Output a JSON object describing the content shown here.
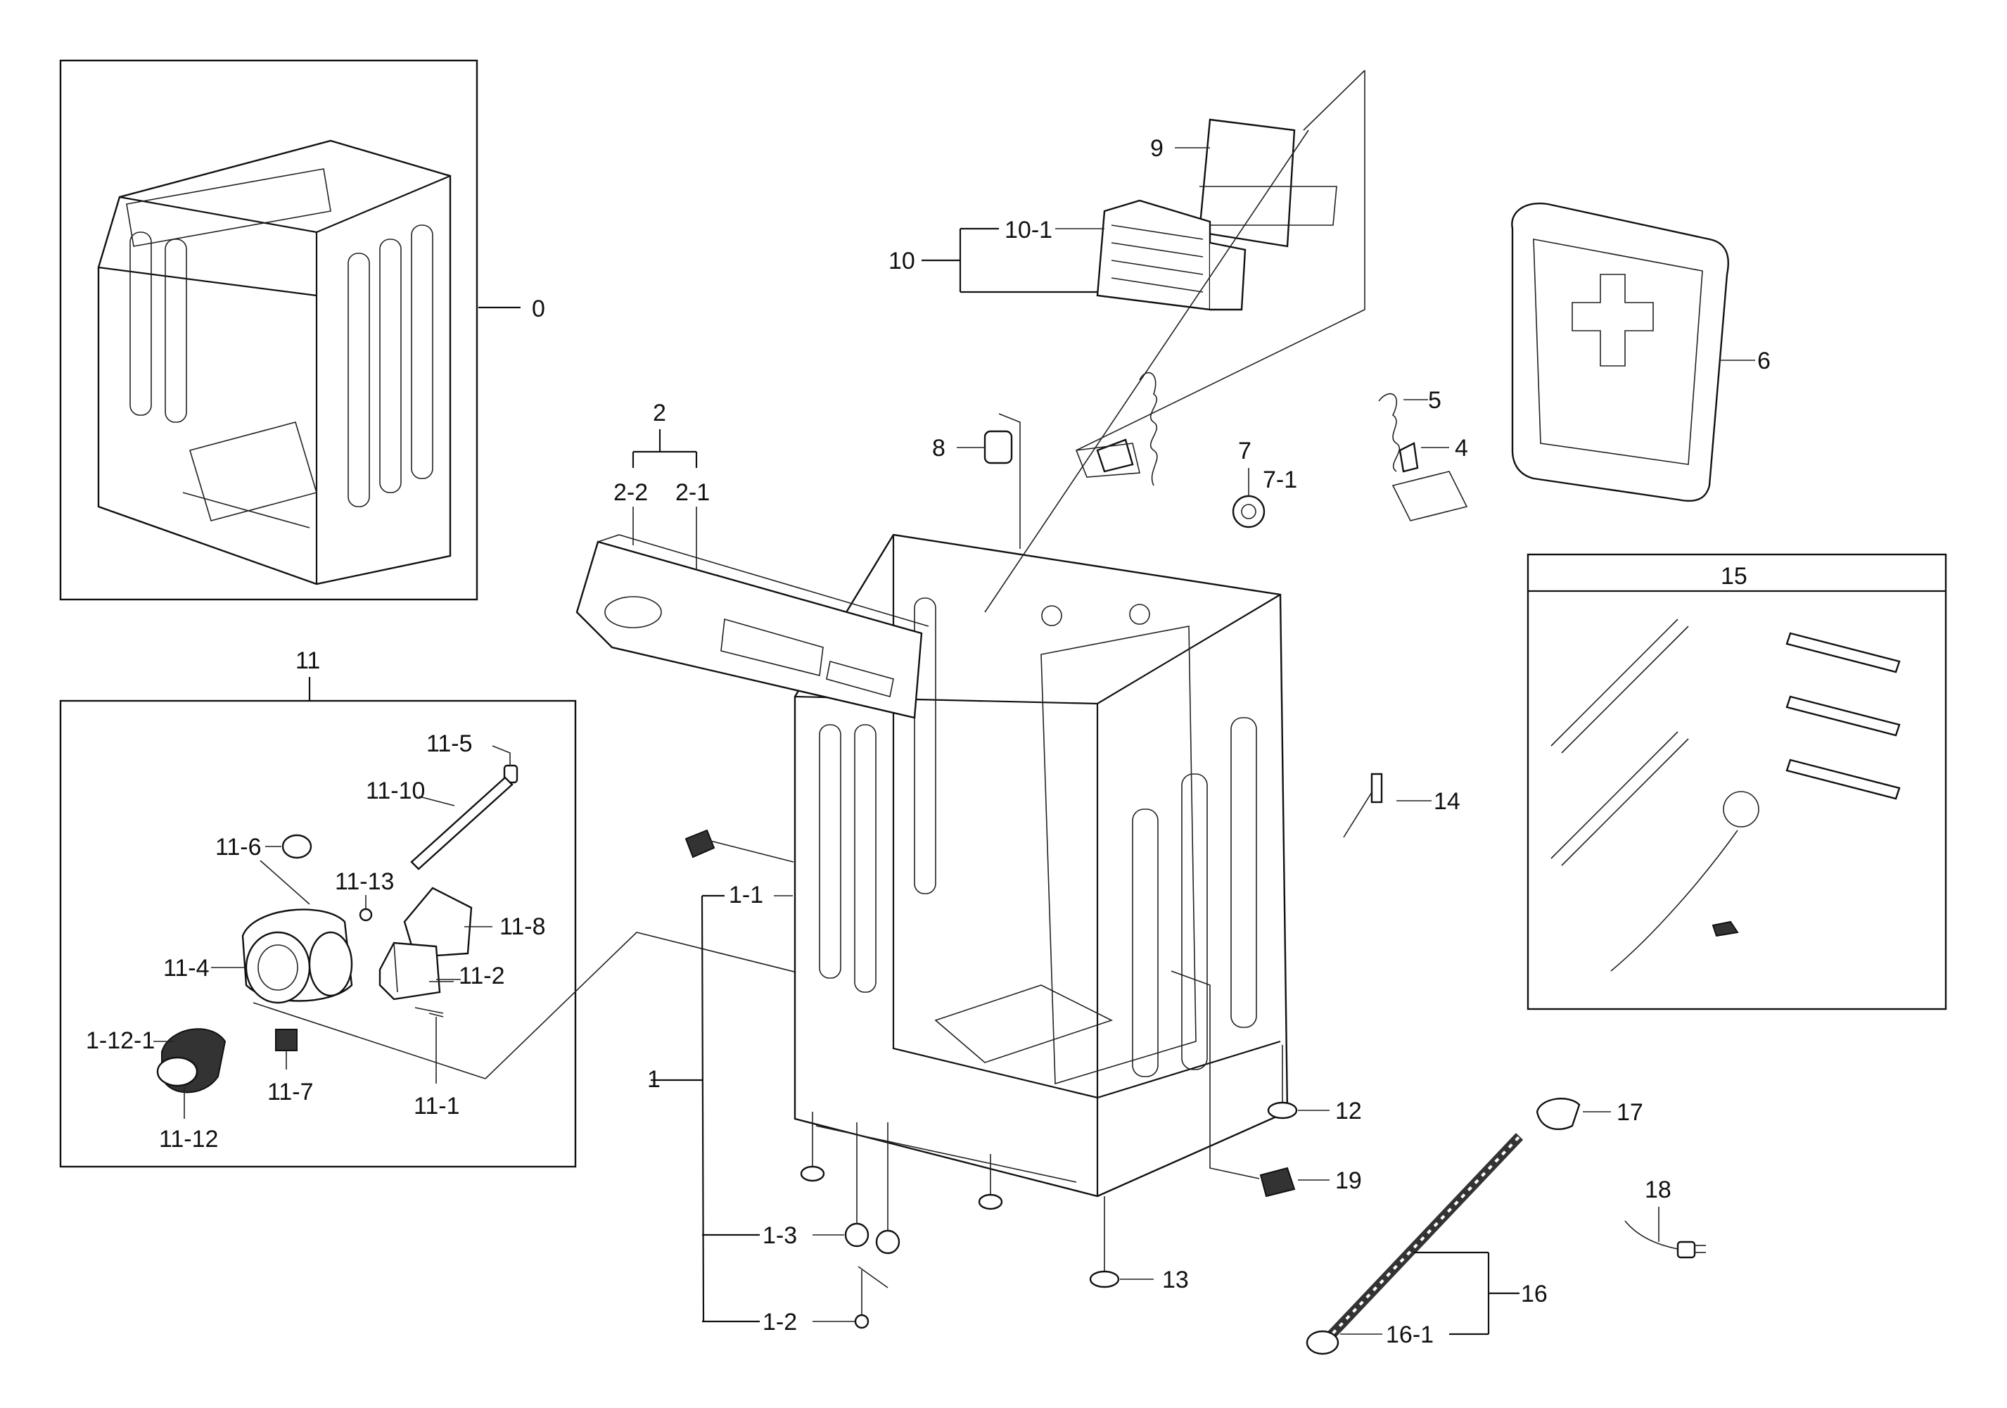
{
  "labels": {
    "p0": "0",
    "p1": "1",
    "p1_1": "1-1",
    "p1_2": "1-2",
    "p1_3": "1-3",
    "p2": "2",
    "p2_1": "2-1",
    "p2_2": "2-2",
    "p4": "4",
    "p5": "5",
    "p6": "6",
    "p7": "7",
    "p7_1": "7-1",
    "p8": "8",
    "p9": "9",
    "p10": "10",
    "p10_1": "10-1",
    "p11": "11",
    "p11_1": "11-1",
    "p11_2": "11-2",
    "p11_4": "11-4",
    "p11_5": "11-5",
    "p11_6": "11-6",
    "p11_7": "11-7",
    "p11_8": "11-8",
    "p11_10": "11-10",
    "p11_12": "11-12",
    "p11_13": "11-13",
    "p1_12_1": "1-12-1",
    "p12": "12",
    "p13": "13",
    "p14": "14",
    "p15": "15",
    "p16": "16",
    "p16_1": "16-1",
    "p17": "17",
    "p18": "18",
    "p19": "19"
  }
}
